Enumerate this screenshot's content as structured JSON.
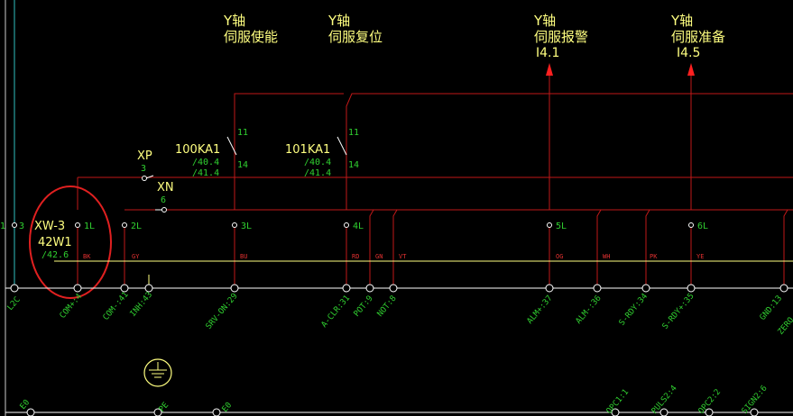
{
  "titles": [
    {
      "id": "servo-enable",
      "line1": "Y轴",
      "line2": "伺服使能",
      "line3": ""
    },
    {
      "id": "servo-reset",
      "line1": "Y轴",
      "line2": "伺服复位",
      "line3": ""
    },
    {
      "id": "servo-alarm",
      "line1": "Y轴",
      "line2": "伺服报警",
      "line3": "I4.1"
    },
    {
      "id": "servo-ready",
      "line1": "Y轴",
      "line2": "伺服准备",
      "line3": "I4.5"
    }
  ],
  "connector": {
    "name": "XW-3",
    "sub": "42W1",
    "ref": "/42.6"
  },
  "xp": {
    "label": "XP",
    "num": "3"
  },
  "xn": {
    "label": "XN",
    "num": "6"
  },
  "relays": [
    {
      "id": "100KA1",
      "name": "100KA1",
      "pin_top": "11",
      "pin_bottom": "14",
      "ref1": "/40.4",
      "ref2": "/41.4"
    },
    {
      "id": "101KA1",
      "name": "101KA1",
      "pin_top": "11",
      "pin_bottom": "14",
      "ref1": "/40.4",
      "ref2": "/41.4"
    }
  ],
  "edge_labels": {
    "left_1": "1",
    "left_3": "3"
  },
  "nodes": [
    {
      "id": "1L",
      "label": "1L"
    },
    {
      "id": "2L",
      "label": "2L"
    },
    {
      "id": "3L",
      "label": "3L"
    },
    {
      "id": "4L",
      "label": "4L"
    },
    {
      "id": "5L",
      "label": "5L"
    },
    {
      "id": "6L",
      "label": "6L"
    }
  ],
  "wire_codes": [
    "BK",
    "GY",
    "BU",
    "RD",
    "GN",
    "VT",
    "OG",
    "WH",
    "PK",
    "YE"
  ],
  "pins": [
    "L2C",
    "COM+:4",
    "COM-:41",
    "INH:43",
    "SRV-ON:29",
    "A-CLR:31",
    "POT:9",
    "NOT:8",
    "ALM+:37",
    "ALM-:36",
    "S-RDY:34",
    "S-RDY+:35",
    "GND:13",
    "ZERO"
  ],
  "bottom_pins": [
    "E0",
    "PE",
    "E0",
    "OPC1:1",
    "PULS2:4",
    "OPC2:2",
    "SIGN2:6"
  ]
}
